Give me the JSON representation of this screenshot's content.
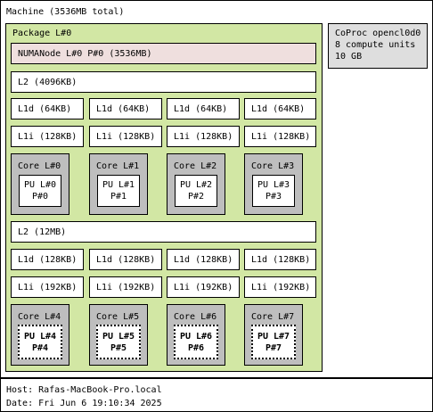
{
  "machine": {
    "label": "Machine (3536MB total)"
  },
  "package": {
    "label": "Package L#0"
  },
  "numa": {
    "label": "NUMANode L#0 P#0 (3536MB)"
  },
  "coproc": {
    "lines": [
      "CoProc opencl0d0",
      "8 compute units",
      "10 GB"
    ]
  },
  "clusters": [
    {
      "l2": "L2 (4096KB)",
      "cores": [
        {
          "l1d": "L1d (64KB)",
          "l1i": "L1i (128KB)",
          "core": "Core L#0",
          "pu": "PU L#0",
          "pu_p": "P#0"
        },
        {
          "l1d": "L1d (64KB)",
          "l1i": "L1i (128KB)",
          "core": "Core L#1",
          "pu": "PU L#1",
          "pu_p": "P#1"
        },
        {
          "l1d": "L1d (64KB)",
          "l1i": "L1i (128KB)",
          "core": "Core L#2",
          "pu": "PU L#2",
          "pu_p": "P#2"
        },
        {
          "l1d": "L1d (64KB)",
          "l1i": "L1i (128KB)",
          "core": "Core L#3",
          "pu": "PU L#3",
          "pu_p": "P#3"
        }
      ]
    },
    {
      "l2": "L2 (12MB)",
      "cores": [
        {
          "l1d": "L1d (128KB)",
          "l1i": "L1i (192KB)",
          "core": "Core L#4",
          "pu": "PU L#4",
          "pu_p": "P#4"
        },
        {
          "l1d": "L1d (128KB)",
          "l1i": "L1i (192KB)",
          "core": "Core L#5",
          "pu": "PU L#5",
          "pu_p": "P#5"
        },
        {
          "l1d": "L1d (128KB)",
          "l1i": "L1i (192KB)",
          "core": "Core L#6",
          "pu": "PU L#6",
          "pu_p": "P#6"
        },
        {
          "l1d": "L1d (128KB)",
          "l1i": "L1i (192KB)",
          "core": "Core L#7",
          "pu": "PU L#7",
          "pu_p": "P#7"
        }
      ]
    }
  ],
  "footer": {
    "host": "Host: Rafas-MacBook-Pro.local",
    "date": "Date: Fri Jun 6 19:10:34 2025"
  },
  "colors": {
    "package": "#d2e7a4",
    "numa": "#efdfde",
    "core": "#bebebe",
    "coproc": "#dedede",
    "cache": "#ffffff"
  }
}
